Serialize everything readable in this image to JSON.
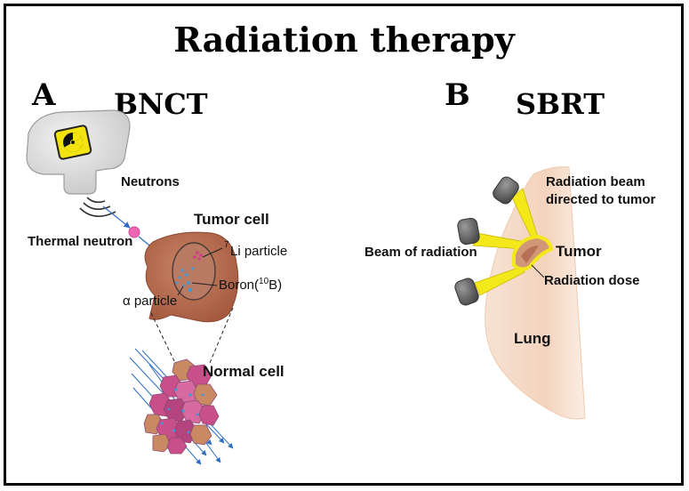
{
  "title": "Radiation therapy",
  "panel_a": {
    "letter": "A",
    "name": "BNCT",
    "labels": {
      "neutrons": "Neutrons",
      "thermal_neutron": "Thermal neutron",
      "tumor_cell": "Tumor cell",
      "li_sup": "7",
      "li_particle": "Li particle",
      "boron_prefix": "Boron(",
      "boron_sup": "10",
      "boron_suffix": "B)",
      "alpha_particle": "α particle",
      "normal_cell": "Normal cell"
    }
  },
  "panel_b": {
    "letter": "B",
    "name": "SBRT",
    "labels": {
      "beam_directed_1": "Radiation beam",
      "beam_directed_2": "directed to tumor",
      "beam_of_radiation": "Beam of radiation",
      "tumor": "Tumor",
      "radiation_dose": "Radiation dose",
      "lung": "Lung"
    }
  },
  "colors": {
    "tumor_cell": "#b4694b",
    "normal_cell_pink": "#c94f8a",
    "normal_cell_tan": "#c98a63",
    "beam_yellow": "#f2e81a",
    "lung": "#f3d7c2",
    "arrow_blue": "#2d6ec4"
  },
  "icons": [
    "radiation-source-icon",
    "radiation-hazard-icon"
  ]
}
